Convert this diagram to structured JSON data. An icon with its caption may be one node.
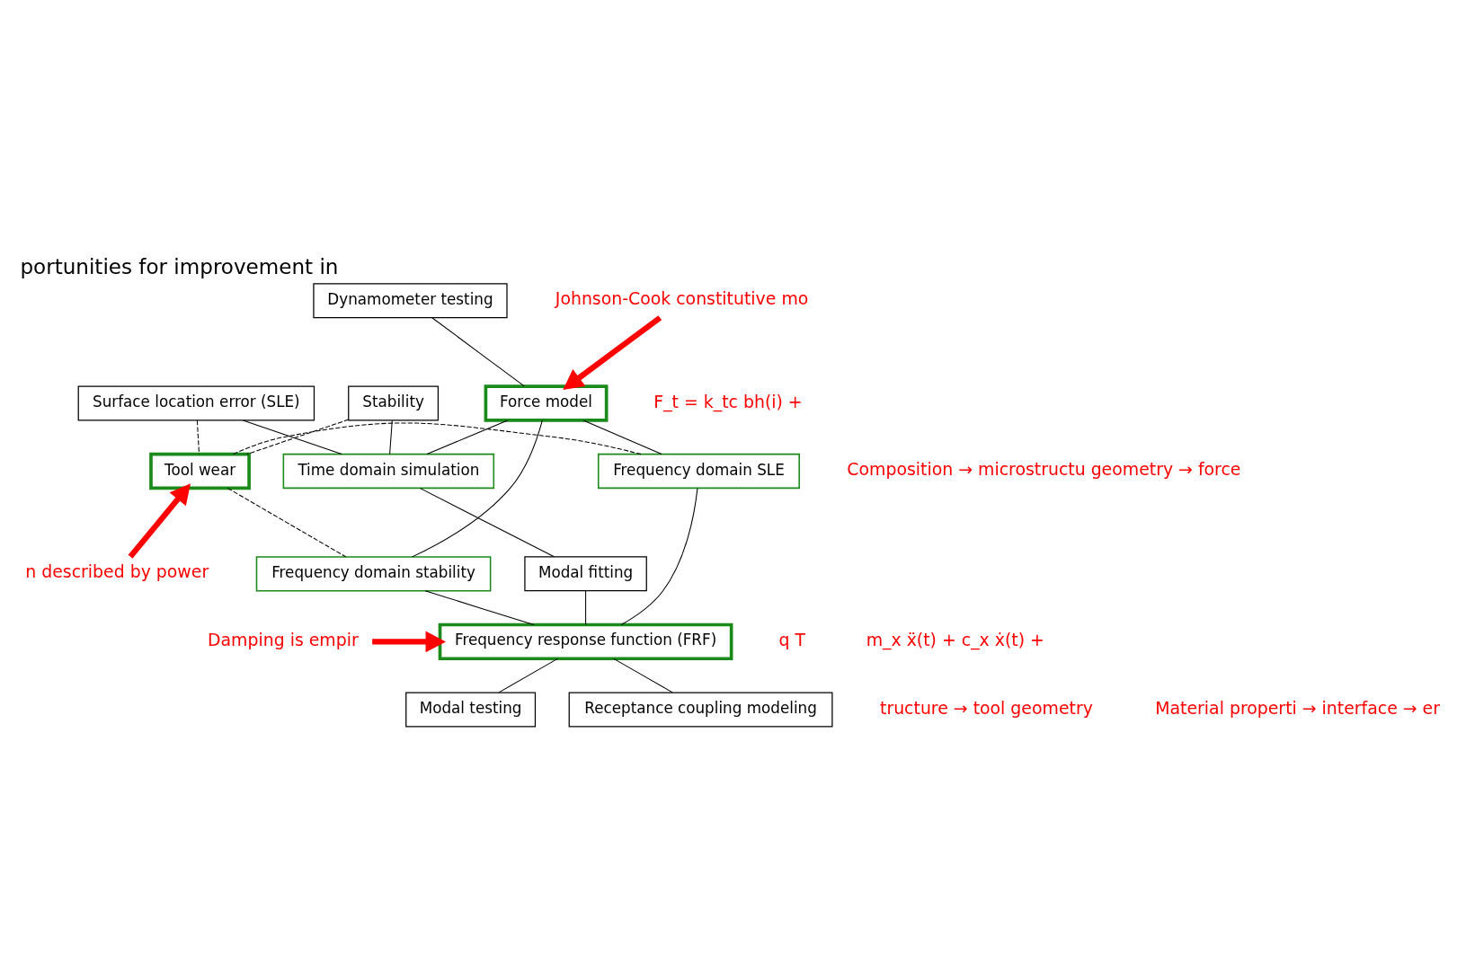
{
  "diagram": {
    "title": "portunities for improvement in",
    "nodes": [
      {
        "text": [
          "Dynamometer testing"
        ]
      },
      {
        "text": [
          "Surface location error (SLE)"
        ]
      },
      {
        "text": [
          "Stability"
        ]
      },
      {
        "text": [
          "Force model"
        ]
      },
      {
        "text": [
          "Time domain simulation"
        ]
      },
      {
        "text": [
          "Tool wear"
        ]
      },
      {
        "text": [
          "Frequency domain SLE"
        ]
      },
      {
        "text": [
          "Frequency domain stability"
        ]
      },
      {
        "text": [
          "Modal fitting"
        ]
      },
      {
        "text": [
          "Frequency response function (FRF)"
        ]
      },
      {
        "text": [
          "Modal testing"
        ]
      },
      {
        "text": [
          "Receptance coupling modeling"
        ]
      },
      {
        "text": [
          "Johnson-Cook constitutive mo"
        ]
      },
      {
        "text": [
          "n described by power"
        ]
      },
      {
        "text": [
          "Damping is empir"
        ]
      }
    ],
    "edges": [
      {
        "from": 0,
        "to": 3,
        "arrow": "none"
      },
      {
        "from": 2,
        "to": 4,
        "arrow": "none"
      },
      {
        "from": 1,
        "to": 4,
        "arrow": "none"
      },
      {
        "from": 4,
        "to": 3,
        "arrow": "none"
      },
      {
        "from": 3,
        "to": 6,
        "arrow": "none"
      },
      {
        "from": 3,
        "to": 7,
        "arrow": "none"
      },
      {
        "from": 2,
        "to": 5,
        "arrow": "none",
        "style": "dashed"
      },
      {
        "from": 1,
        "to": 5,
        "arrow": "none",
        "style": "dashed"
      },
      {
        "from": 5,
        "to": 6,
        "arrow": "none",
        "style": "dashed"
      },
      {
        "from": 5,
        "to": 7,
        "arrow": "none",
        "style": "dashed"
      },
      {
        "from": 4,
        "to": 8,
        "arrow": "none"
      },
      {
        "from": 8,
        "to": 9,
        "arrow": "none"
      },
      {
        "from": 7,
        "to": 9,
        "arrow": "none"
      },
      {
        "from": 6,
        "to": 9,
        "arrow": "none"
      },
      {
        "from": 9,
        "to": 10,
        "arrow": "none"
      },
      {
        "from": 9,
        "to": 11,
        "arrow": "none"
      },
      {
        "from": 12,
        "to": 3,
        "arrow": "to",
        "style": "thick",
        "color": "#ff0000"
      },
      {
        "from": 13,
        "to": 5,
        "arrow": "to",
        "style": "thick",
        "color": "#ff0000"
      },
      {
        "from": 14,
        "to": 9,
        "arrow": "to",
        "style": "thick",
        "color": "#ff0000"
      }
    ],
    "labels": [
      "F_t = k_tc bh(i) +",
      "Composition → microstructu geometry → force",
      "q T",
      "tructure → tool geometry",
      "m_x ẍ(t) + c_x ẋ(t) +",
      "Material properti → interface → er"
    ]
  }
}
